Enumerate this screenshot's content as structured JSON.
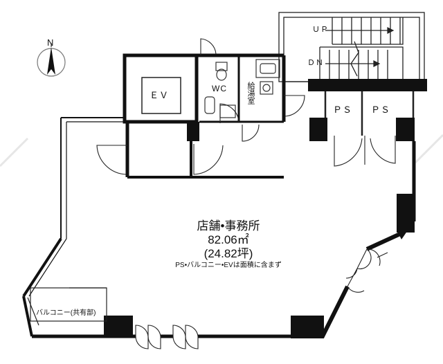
{
  "compass": {
    "north_label": "N"
  },
  "rooms": {
    "ev": "ＥＶ",
    "wc": "WC",
    "kitchenette": "給湯室",
    "ps_left": "ＰＳ",
    "ps_right": "ＰＳ",
    "balcony": "バルコニー(共有部)"
  },
  "stairs": {
    "up": "ＵＰ",
    "dn": "ＤＮ"
  },
  "main_area": {
    "name": "店舗•事務所",
    "area_sqm": "82.06㎡",
    "area_tsubo": "(24.82坪)",
    "note": "PS•バルコニー•EVは面積に含まず"
  },
  "colors": {
    "wall": "#111111",
    "line": "#222222",
    "background": "#ffffff"
  }
}
